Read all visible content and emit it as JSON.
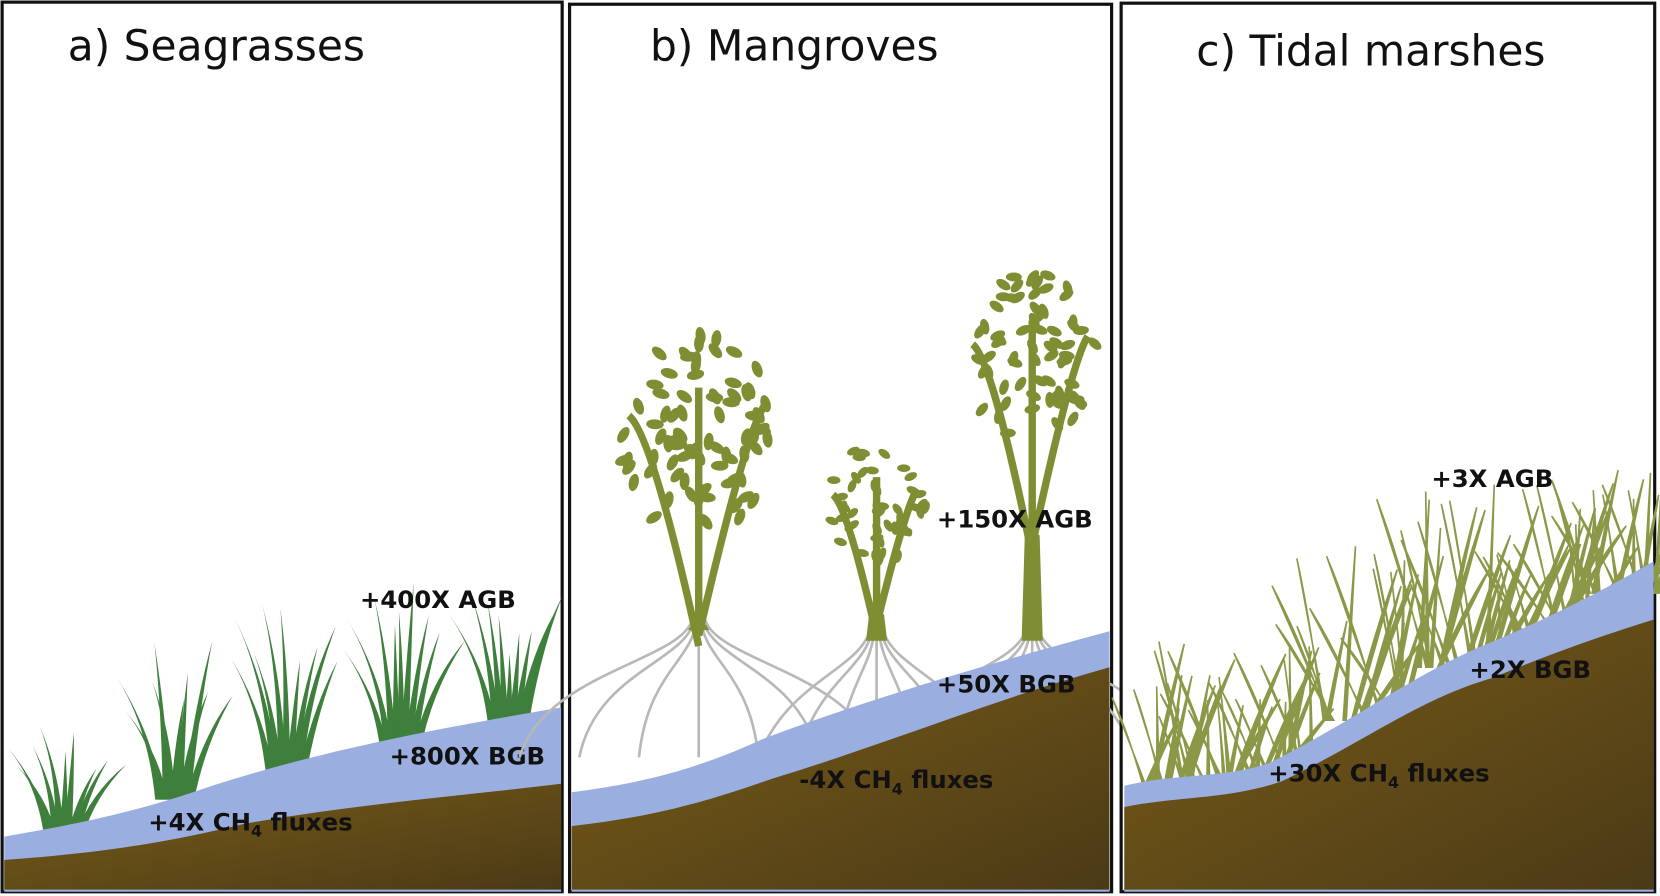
{
  "panels": [
    {
      "title": "a) Seagrasses",
      "agb": "+400X AGB",
      "bgb": "+800X BGB",
      "ch4": {
        "prefix": "+4X CH",
        "sub": "4",
        "suffix": " fluxes"
      }
    },
    {
      "title": "b) Mangroves",
      "agb": "+150X AGB",
      "bgb": "+50X BGB",
      "ch4": {
        "prefix": "-4X CH",
        "sub": "4",
        "suffix": " fluxes"
      }
    },
    {
      "title": "c) Tidal marshes",
      "agb": "+3X AGB",
      "bgb": "+2X BGB",
      "ch4": {
        "prefix": "+30X CH",
        "sub": "4",
        "suffix": " fluxes"
      }
    }
  ],
  "colors": {
    "soil": "#6e5418",
    "water": "#9aaee0",
    "seagrass": "#3f7f3c",
    "mangrove": "#7f8e33",
    "marsh": "#8c9848",
    "roots": "#b8b8b8"
  }
}
